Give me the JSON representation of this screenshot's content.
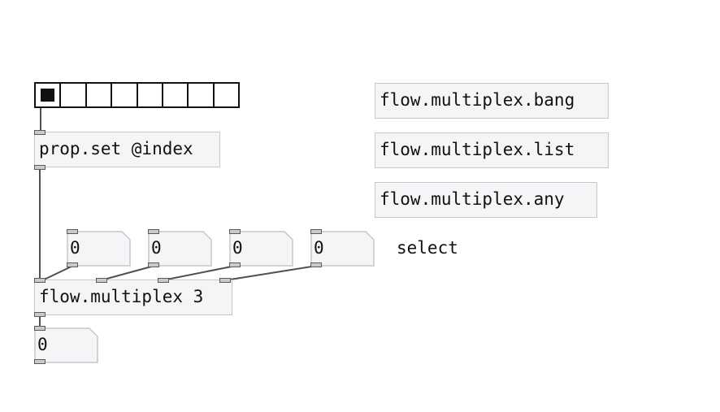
{
  "radio": {
    "cells": 8,
    "selected_index": 0
  },
  "objects": {
    "prop_set": "prop.set @index",
    "flow_multiplex": "flow.multiplex 3",
    "help_bang": "flow.multiplex.bang",
    "help_list": "flow.multiplex.list",
    "help_any": "flow.multiplex.any"
  },
  "numbers": {
    "in0": "0",
    "in1": "0",
    "in2": "0",
    "in3": "0",
    "out": "0"
  },
  "comment": {
    "select": "select"
  },
  "colors": {
    "box_fill": "#f4f5f7",
    "box_border": "#c4c6ca",
    "wire": "#505050"
  }
}
